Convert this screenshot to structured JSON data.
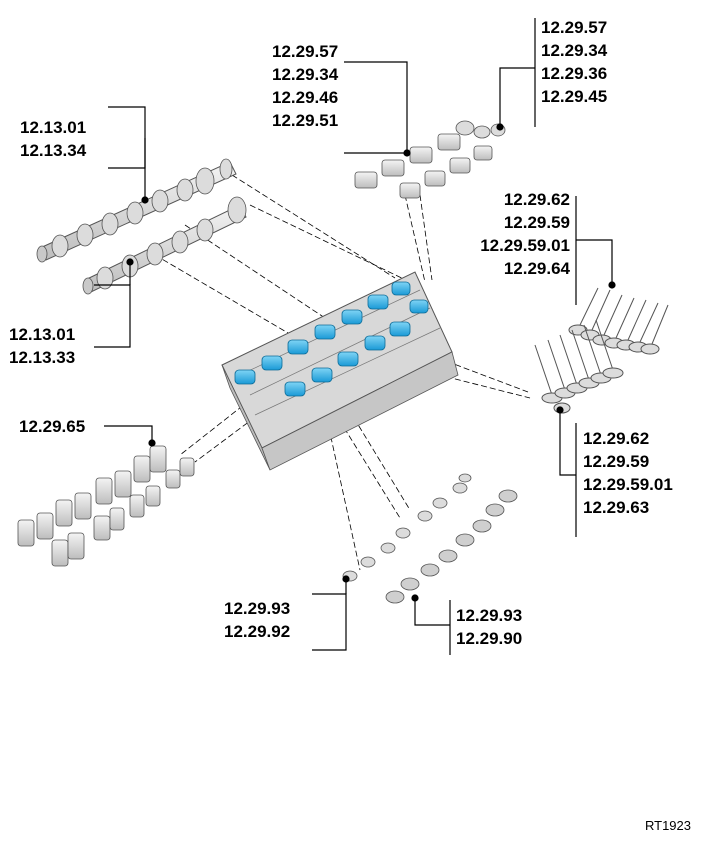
{
  "figure_ref": "RT1923",
  "colors": {
    "highlight": "#2ab0ea",
    "part_fill": "#e6e6e6",
    "part_stroke": "#555555",
    "leader": "#000000"
  },
  "callouts": {
    "upper_camshaft": [
      "12.13.01",
      "12.13.34"
    ],
    "lower_camshaft": [
      "12.13.01",
      "12.13.33"
    ],
    "tappets_left": [
      "12.29.57",
      "12.29.34",
      "12.29.46",
      "12.29.51"
    ],
    "tappets_right": [
      "12.29.57",
      "12.29.34",
      "12.29.36",
      "12.29.45"
    ],
    "upper_valves": [
      "12.29.62",
      "12.29.59",
      "12.29.59.01",
      "12.29.64"
    ],
    "lower_valves": [
      "12.29.62",
      "12.29.59",
      "12.29.59.01",
      "12.29.63"
    ],
    "valve_springs": [
      "12.29.65"
    ],
    "stem_seals_left": [
      "12.29.93",
      "12.29.92"
    ],
    "stem_seals_right": [
      "12.29.93",
      "12.29.90"
    ]
  }
}
